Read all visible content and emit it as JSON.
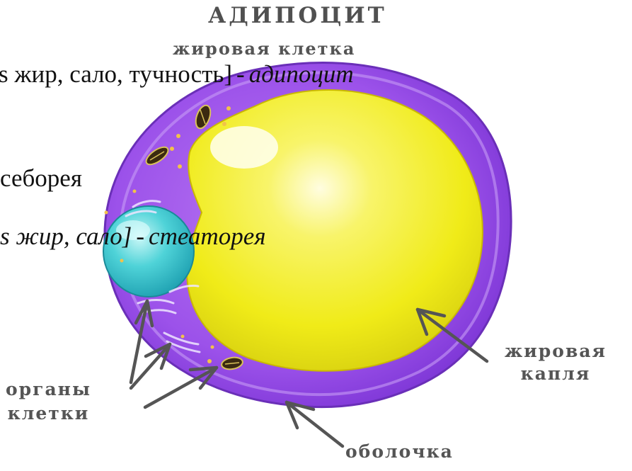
{
  "diagram": {
    "title": "АДИПОЦИТ",
    "subtitle": "жировая клетка",
    "labels": {
      "fat_droplet_line1": "жировая",
      "fat_droplet_line2": "капля",
      "organelles_line1": "органы",
      "organelles_line2": "клетки",
      "membrane": "оболочка"
    }
  },
  "overlay_text": {
    "line1_prefix": "s жир, сало, тучность]",
    "line1_dash": "-",
    "line1_term": "адипоцит",
    "line2": "себорея",
    "line3_prefix": "s жир, сало]",
    "line3_dash": "-",
    "line3_term": "стеаторея"
  },
  "colors": {
    "cytoplasm": "#9a4ee8",
    "membrane_edge": "#6a2fb8",
    "fat_droplet": "#f2ee1e",
    "nucleus": "#3ec9d0",
    "arrow": "#555555",
    "label_text": "#555555"
  }
}
